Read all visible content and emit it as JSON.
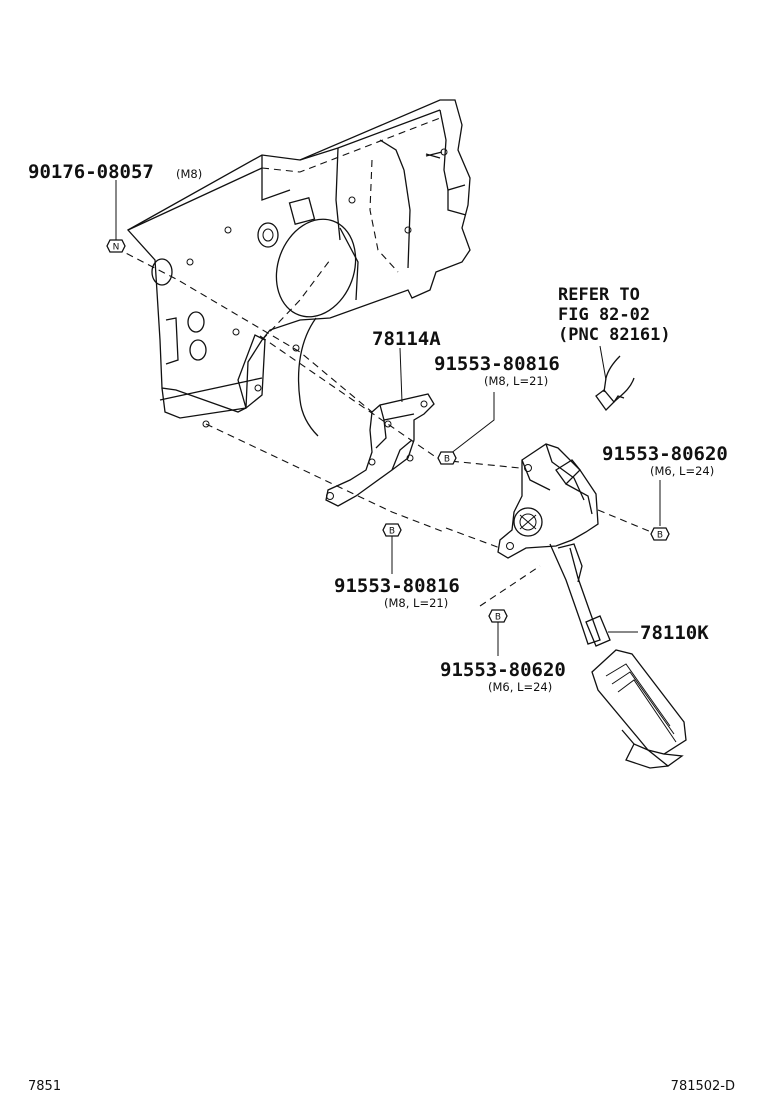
{
  "callouts": {
    "bolt_top": {
      "part": "90176-08057",
      "spec": "(M8)",
      "symbol": "N"
    },
    "bracket": {
      "part": "78114A"
    },
    "bolt_upper_mid": {
      "part": "91553-80816",
      "spec": "(M8, L=21)",
      "symbol": "B"
    },
    "bolt_right": {
      "part": "91553-80620",
      "spec": "(M6, L=24)",
      "symbol": "B"
    },
    "bolt_lower_left": {
      "part": "91553-80816",
      "spec": "(M8, L=21)",
      "symbol": "B"
    },
    "bolt_lower": {
      "part": "91553-80620",
      "spec": "(M6, L=24)",
      "symbol": "B"
    },
    "pedal": {
      "part": "78110K"
    }
  },
  "reference": {
    "line1": "REFER TO",
    "line2": "FIG 82-02",
    "line3": "(PNC 82161)"
  },
  "footer": {
    "page_code": "7851",
    "figure_code": "781502-D"
  },
  "colors": {
    "ink": "#111111",
    "background": "#ffffff"
  },
  "icons": [
    "bolt-symbol-n-icon",
    "bolt-symbol-b-icon"
  ]
}
